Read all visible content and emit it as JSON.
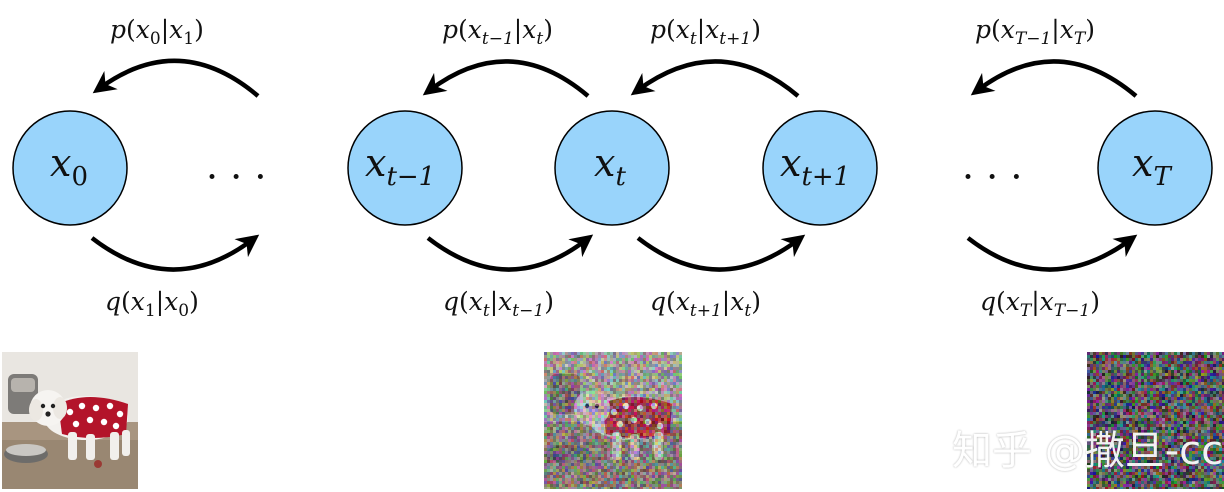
{
  "nodes": [
    {
      "id": "x0",
      "base": "x",
      "sub": "0"
    },
    {
      "id": "x_t_minus_1",
      "base": "x",
      "sub": "t−1"
    },
    {
      "id": "x_t",
      "base": "x",
      "sub": "t"
    },
    {
      "id": "x_t_plus_1",
      "base": "x",
      "sub": "t+1"
    },
    {
      "id": "x_T",
      "base": "x",
      "sub": "T"
    }
  ],
  "reverse_labels": [
    {
      "id": "p_x0_given_x1",
      "fn": "p",
      "a": "x",
      "a_sub": "0",
      "b": "x",
      "b_sub": "1"
    },
    {
      "id": "p_xtm1_given_xt",
      "fn": "p",
      "a": "x",
      "a_sub": "t−1",
      "b": "x",
      "b_sub": "t"
    },
    {
      "id": "p_xt_given_xtp1",
      "fn": "p",
      "a": "x",
      "a_sub": "t",
      "b": "x",
      "b_sub": "t+1"
    },
    {
      "id": "p_xTm1_given_xT",
      "fn": "p",
      "a": "x",
      "a_sub": "T−1",
      "b": "x",
      "b_sub": "T"
    }
  ],
  "forward_labels": [
    {
      "id": "q_x1_given_x0",
      "fn": "q",
      "a": "x",
      "a_sub": "1",
      "b": "x",
      "b_sub": "0"
    },
    {
      "id": "q_xt_given_xtm1",
      "fn": "q",
      "a": "x",
      "a_sub": "t",
      "b": "x",
      "b_sub": "t−1"
    },
    {
      "id": "q_xtp1_given_xt",
      "fn": "q",
      "a": "x",
      "a_sub": "t+1",
      "b": "x",
      "b_sub": "t"
    },
    {
      "id": "q_xT_given_xTm1",
      "fn": "q",
      "a": "x",
      "a_sub": "T",
      "b": "x",
      "b_sub": "T−1"
    }
  ],
  "ellipsis": "· · ·",
  "images": [
    {
      "id": "clean-dog-image",
      "content": "photo of small white dog wearing red sweater with white polka dots next to a water bowl"
    },
    {
      "id": "noisy-dog-image",
      "content": "same dog photo partially corrupted by colored gaussian noise"
    },
    {
      "id": "pure-noise-image",
      "content": "pure colored gaussian noise"
    }
  ],
  "watermark": "知乎 @撒旦-cc",
  "colors": {
    "node_fill": "#99d4fb",
    "node_stroke": "#000000",
    "arrow": "#000000",
    "sweater_red": "#b3142a"
  }
}
